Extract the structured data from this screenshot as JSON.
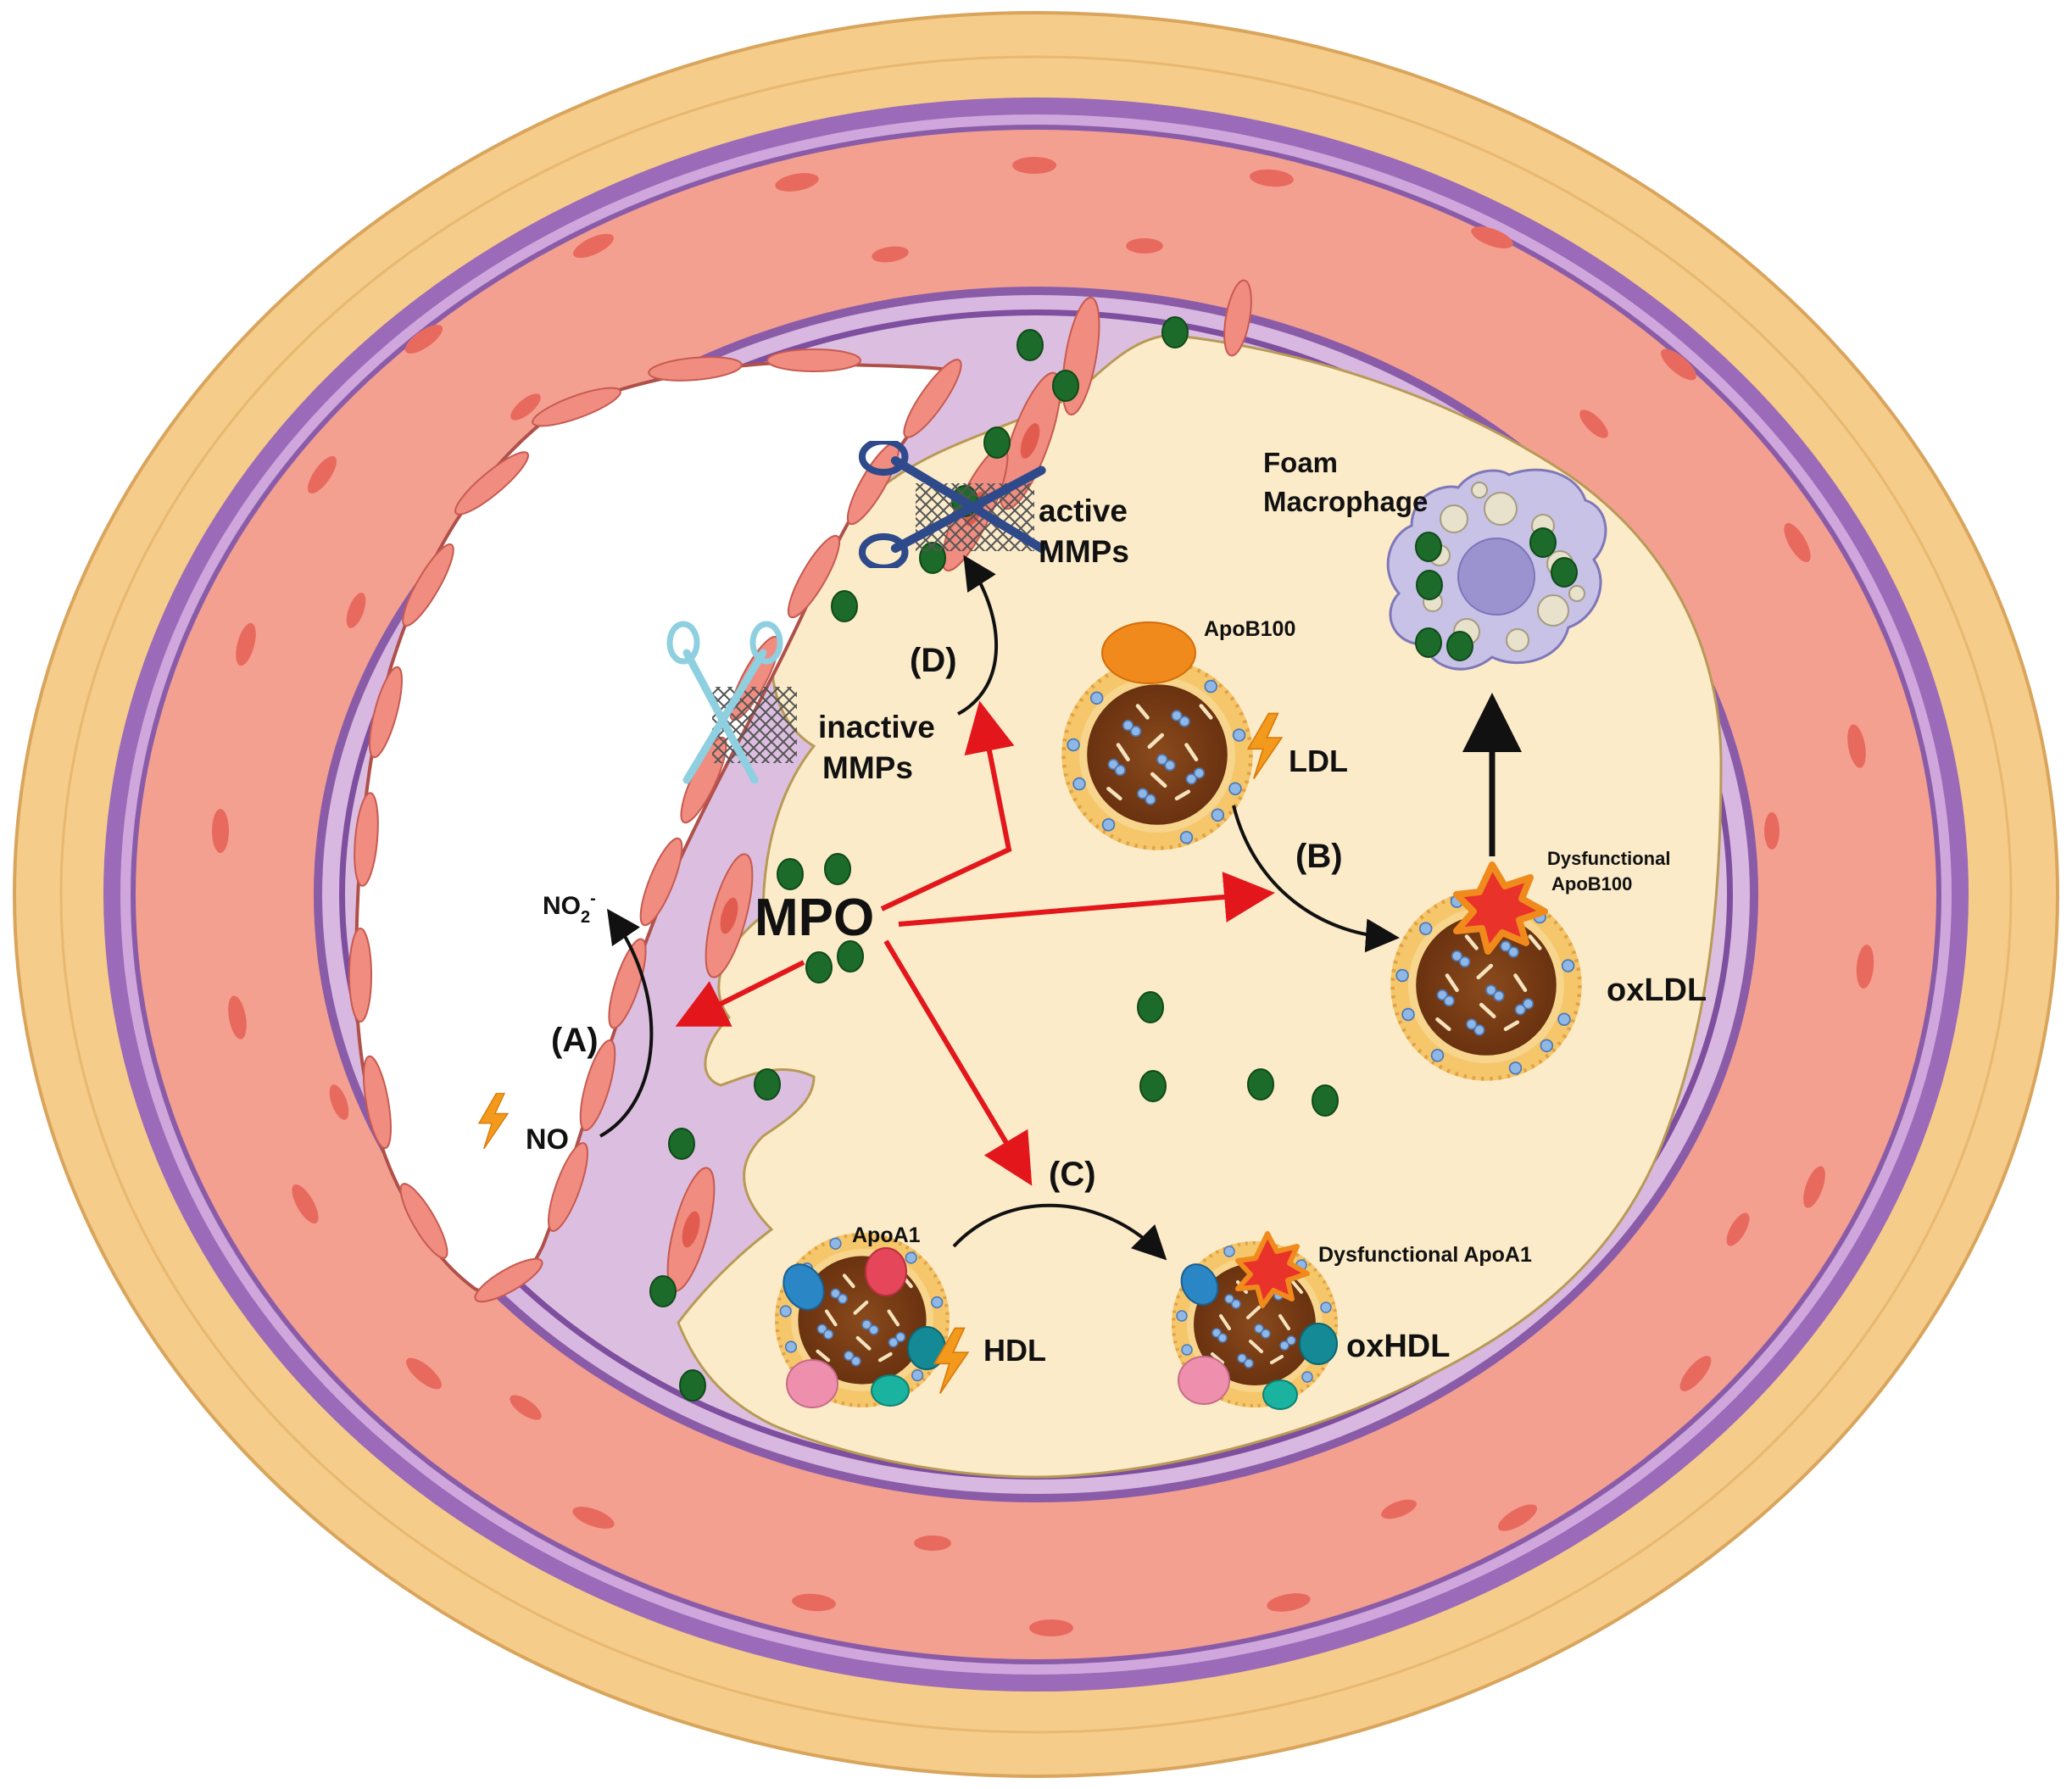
{
  "labels": {
    "foam_line1": "Foam",
    "foam_line2": "Macrophage",
    "active_line1": "active",
    "active_line2": "MMPs",
    "inactive_line1": "inactive",
    "inactive_line2": "MMPs",
    "step_d": "(D)",
    "step_b": "(B)",
    "step_a": "(A)",
    "step_c": "(C)",
    "apob100": "ApoB100",
    "ldl": "LDL",
    "dys_apob_line1": "Dysfunctional",
    "dys_apob_line2": "ApoB100",
    "oxldl": "oxLDL",
    "mpo": "MPO",
    "no2": "NO",
    "no2_sub": "2",
    "no2_sup": "-",
    "no": "NO",
    "apoa1": "ApoA1",
    "hdl": "HDL",
    "dys_apoa1": "Dysfunctional ApoA1",
    "oxhdl": "oxHDL"
  },
  "colors": {
    "adventitia": "#f5cc8a",
    "media": "#f4a091",
    "elastic_lamina": "#8a5ca8",
    "intima": "#dcbfe0",
    "plaque": "#fbebc9",
    "lumen": "#ffffff",
    "mpo_granule": "#1d6b2a",
    "mpo_arrow": "#e3161b",
    "pathway_arrow": "#111111",
    "lipoprotein_core": "#7a3c14",
    "apob100": "#f08a1c",
    "damage_star": "#e8322a",
    "lightning": "#f39a1c"
  },
  "icons": [
    "scissors-icon",
    "lightning-icon",
    "damage-star-icon"
  ]
}
